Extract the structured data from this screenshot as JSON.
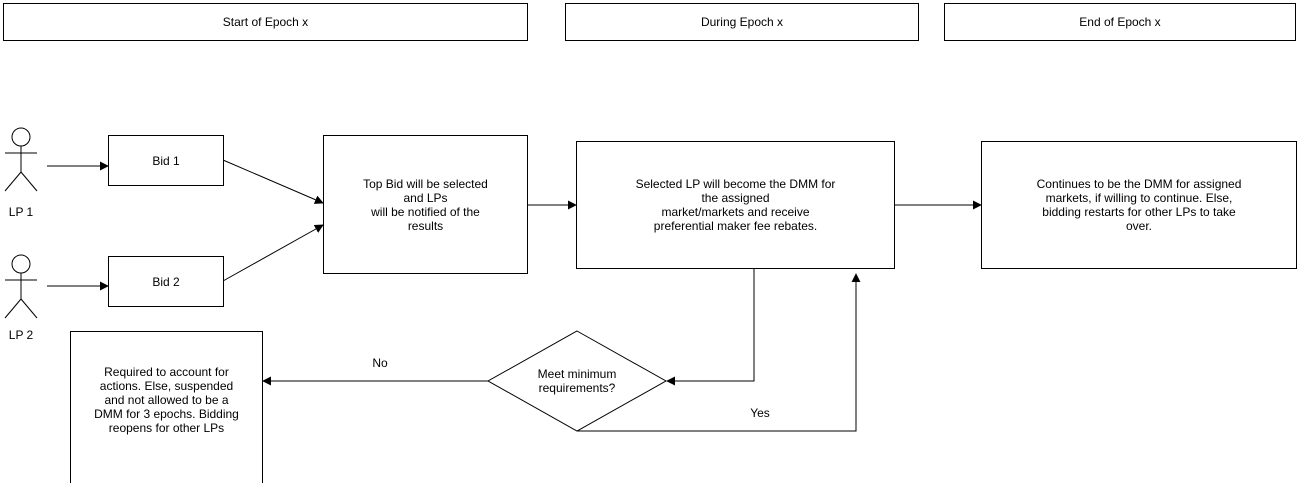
{
  "headers": {
    "start": "Start of Epoch x",
    "during": "During Epoch x",
    "end": "End of Epoch x"
  },
  "actors": {
    "lp1": "LP 1",
    "lp2": "LP 2"
  },
  "nodes": {
    "bid1": "Bid 1",
    "bid2": "Bid 2",
    "selection": "Top Bid will be selected\nand LPs\nwill be notified of the\nresults",
    "dmm": "Selected LP will become the DMM for\nthe assigned\nmarket/markets and receive\npreferential maker fee rebates.",
    "continue": "Continues to be the DMM for assigned\nmarkets, if willing to continue. Else,\nbidding restarts for other LPs to take\nover.",
    "decision": "Meet minimum\nrequirements?",
    "penalty": "Required to account for\nactions. Else, suspended\nand not allowed to be a\nDMM for 3 epochs. Bidding\nreopens for other LPs"
  },
  "edge_labels": {
    "no": "No",
    "yes": "Yes"
  }
}
